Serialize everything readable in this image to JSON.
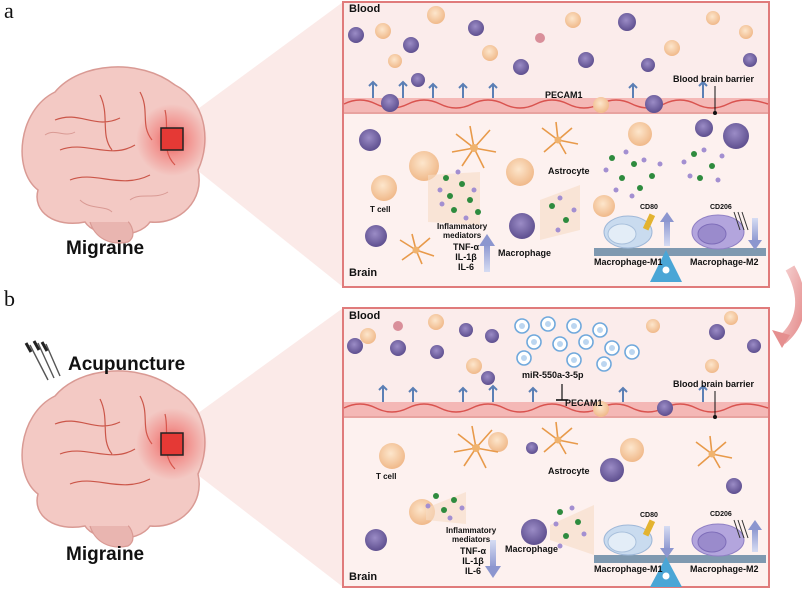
{
  "panels": [
    {
      "letter": "a",
      "condition": "Migraine",
      "blood": "Blood",
      "brain": "Brain",
      "bbb": "Blood brain barrier",
      "pecam": "PECAM1",
      "t_cell": "T cell",
      "astrocyte": "Astrocyte",
      "macrophage": "Macrophage",
      "inflammatory_1": "Inflammatory",
      "inflammatory_2": "mediators",
      "tnf": "TNF-α",
      "il1": "IL-1β",
      "il6": "IL-6",
      "cd80": "CD80",
      "cd206": "CD206",
      "m1": "Macrophage-M1",
      "m2": "Macrophage-M2"
    },
    {
      "letter": "b",
      "treatment": "Acupuncture",
      "condition": "Migraine",
      "blood": "Blood",
      "brain": "Brain",
      "bbb": "Blood brain barrier",
      "pecam": "PECAM1",
      "mirna": "miR-550a-3-5p",
      "t_cell": "T cell",
      "astrocyte": "Astrocyte",
      "macrophage": "Macrophage",
      "inflammatory_1": "Inflammatory",
      "inflammatory_2": "mediators",
      "tnf": "TNF-α",
      "il1": "IL-1β",
      "il6": "IL-6",
      "cd80": "CD80",
      "cd206": "CD206",
      "m1": "Macrophage-M1",
      "m2": "Macrophage-M2"
    }
  ],
  "colors": {
    "panel_bg": "#fdf1ef",
    "panel_border": "#e07b7b",
    "brain_pink": "#f2c5c2",
    "vessel": "#c0392b",
    "highlight": "#e53935",
    "t_cell": "#f6c99b",
    "macrophage": "#7b6aa8",
    "astrocyte": "#e89a4a",
    "mediator_green": "#2e8b3e",
    "mediator_purple": "#a38fd1",
    "m1": "#bcd3ec",
    "m2": "#b3a5dd",
    "exosome": "#6fa8dc"
  }
}
